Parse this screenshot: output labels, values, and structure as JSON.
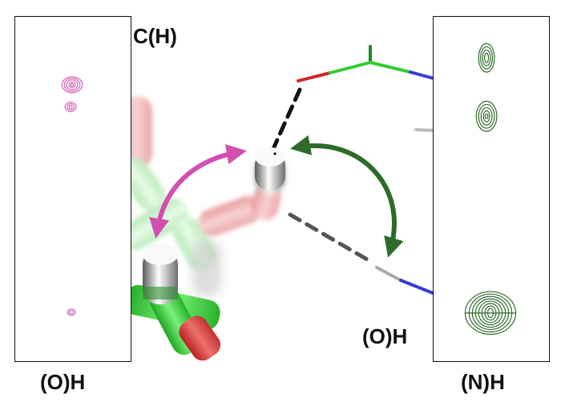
{
  "labels": {
    "top_left": "C(H)",
    "bottom_left_panel": "(O)H",
    "center_bottom": "(O)H",
    "bottom_right_panel": "(N)H"
  },
  "colors": {
    "magenta": "#d24fb0",
    "dark_green": "#2e6b2a",
    "carbon_green": "#3ddc3d",
    "oxygen_red": "#d23a3a",
    "nitrogen_blue": "#3a3ad6",
    "hydrogen_gray": "#c8c8c8"
  },
  "icons": {
    "magenta_arrow": "curved-double-arrow",
    "green_arrow": "curved-double-arrow"
  }
}
